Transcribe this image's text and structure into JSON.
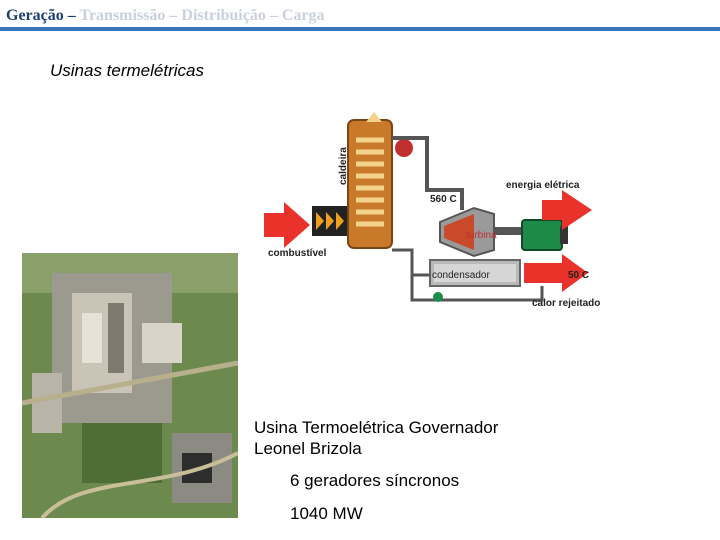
{
  "header": {
    "nav": {
      "active": "Geração",
      "sep1": " – ",
      "item2": "Transmissão",
      "sep2": " – ",
      "item3": "Distribuição",
      "sep3": " – ",
      "item4": "Carga"
    }
  },
  "slide": {
    "subtitle": "Usinas termelétricas",
    "diagram": {
      "caldeira": "caldeira",
      "temp_high": "560 C",
      "energia": "energia elétrica",
      "turbina": "turbina",
      "combustivel": "combustível",
      "condensador": "condensador",
      "temp_low": "50 C",
      "calor": "calor rejeitado"
    },
    "caption_line1": "Usina Termoelétrica Governador",
    "caption_line2": "Leonel Brizola",
    "fact1": "6 geradores síncronos",
    "fact2": "1040 MW"
  },
  "colors": {
    "accent": "#3a74b8",
    "nav_active": "#1c3f73",
    "nav_inactive": "#c9d0dc",
    "arrow": "#e8322a",
    "boiler": "#c87a2a",
    "turbine_body": "#9a9a9a",
    "generator": "#1e8a4a",
    "pipe": "#555555"
  }
}
